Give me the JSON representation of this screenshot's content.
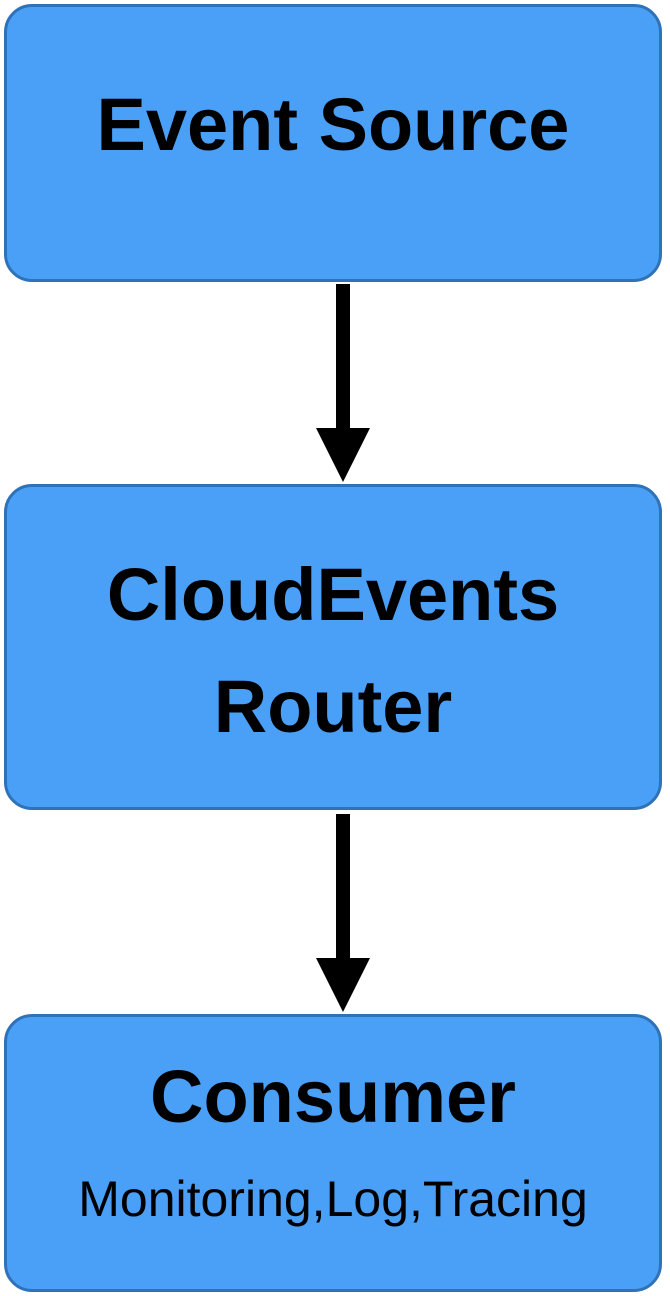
{
  "nodes": {
    "source": {
      "title": "Event Source"
    },
    "router": {
      "title_line1": "CloudEvents",
      "title_line2": "Router"
    },
    "consumer": {
      "title": "Consumer",
      "subtitle": "Monitoring,Log,Tracing"
    }
  },
  "colors": {
    "node_fill": "#4a9ff7",
    "node_border": "#2f72b8",
    "arrow": "#000000"
  }
}
